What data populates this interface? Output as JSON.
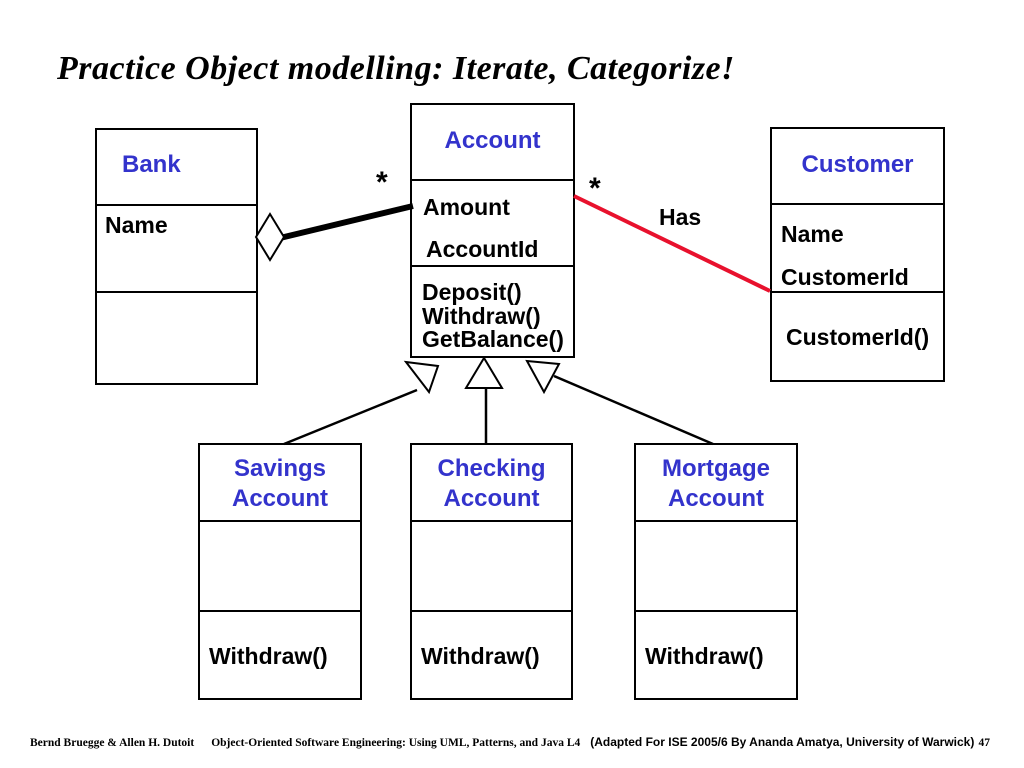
{
  "slide": {
    "title": "Practice Object modelling: Iterate, Categorize!"
  },
  "colors": {
    "class_name": "#3333cc",
    "association": "#e8112d",
    "line": "#000000"
  },
  "classes": [
    {
      "name": "Bank",
      "attributes": [
        "Name"
      ],
      "methods": []
    },
    {
      "name": "Account",
      "attributes": [
        "Amount",
        "AccountId"
      ],
      "methods": [
        "Deposit()",
        "Withdraw()",
        "GetBalance()"
      ]
    },
    {
      "name": "Customer",
      "attributes": [
        "Name",
        "CustomerId"
      ],
      "methods": [
        "CustomerId()"
      ]
    },
    {
      "name_lines": [
        "Savings",
        "Account"
      ],
      "attributes": [],
      "methods": [
        "Withdraw()"
      ]
    },
    {
      "name_lines": [
        "Checking",
        "Account"
      ],
      "attributes": [],
      "methods": [
        "Withdraw()"
      ]
    },
    {
      "name_lines": [
        "Mortgage",
        "Account"
      ],
      "attributes": [],
      "methods": [
        "Withdraw()"
      ]
    }
  ],
  "relationships": {
    "aggregation": {
      "from": "Bank",
      "to": "Account",
      "multiplicity": "*"
    },
    "association": {
      "name": "Has",
      "from": "Account",
      "to": "Customer",
      "multiplicity": "*"
    },
    "generalizations": [
      {
        "from": "Savings Account",
        "to": "Account"
      },
      {
        "from": "Checking Account",
        "to": "Account"
      },
      {
        "from": "Mortgage Account",
        "to": "Account"
      }
    ]
  },
  "footer": {
    "authors": "Bernd Bruegge & Allen H. Dutoit",
    "book": "Object-Oriented Software Engineering: Using UML, Patterns, and Java  L4",
    "adaptation": "(Adapted For ISE 2005/6 By Ananda Amatya, University of Warwick)",
    "page_number": "47"
  }
}
